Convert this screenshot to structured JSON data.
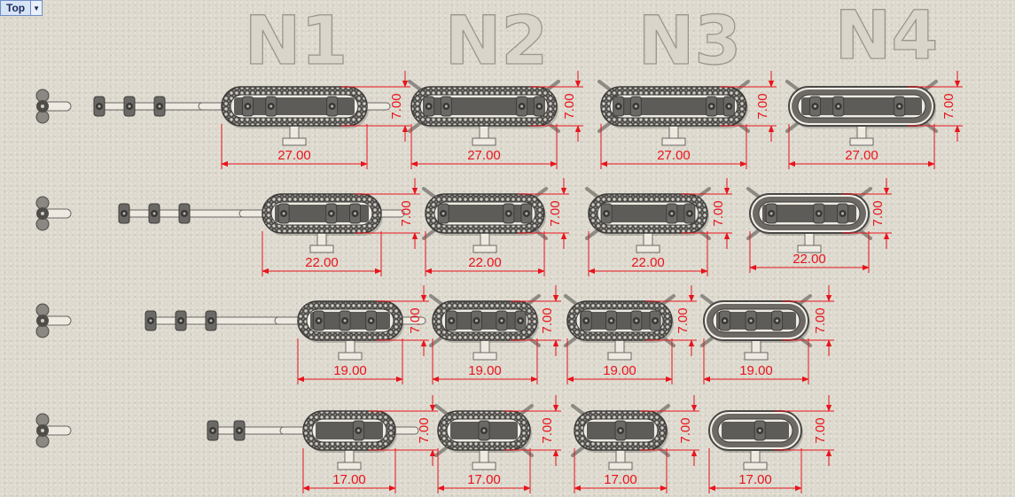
{
  "viewport": {
    "view_name": "Top",
    "view_menu_icon": "triangle-down-icon"
  },
  "columns": [
    "N1",
    "N2",
    "N3",
    "N4"
  ],
  "rows": [
    {
      "length_label": "27.00",
      "height_label": "7.00",
      "sizes": [
        {
          "dim": "27.00",
          "height": "7.00"
        },
        {
          "dim": "27.00",
          "height": "7.00"
        },
        {
          "dim": "27.00",
          "height": "7.00"
        },
        {
          "dim": "27.00",
          "height": "7.00"
        }
      ]
    },
    {
      "sizes": [
        {
          "dim": "22.00",
          "height": "7.00"
        },
        {
          "dim": "22.00",
          "height": "7.00"
        },
        {
          "dim": "22.00",
          "height": "7.00"
        },
        {
          "dim": "22.00",
          "height": "7.00"
        }
      ]
    },
    {
      "sizes": [
        {
          "dim": "19.00",
          "height": "7.00"
        },
        {
          "dim": "19.00",
          "height": "7.00"
        },
        {
          "dim": "19.00",
          "height": "7.00"
        },
        {
          "dim": "19.00",
          "height": "7.00"
        }
      ]
    },
    {
      "sizes": [
        {
          "dim": "17.00",
          "height": "7.00"
        },
        {
          "dim": "17.00",
          "height": "7.00"
        },
        {
          "dim": "17.00",
          "height": "7.00"
        },
        {
          "dim": "17.00",
          "height": "7.00"
        }
      ]
    }
  ],
  "colors": {
    "dimension": "#e8141c",
    "part_body": "#5c5a57",
    "part_light": "#e4e1d9"
  }
}
